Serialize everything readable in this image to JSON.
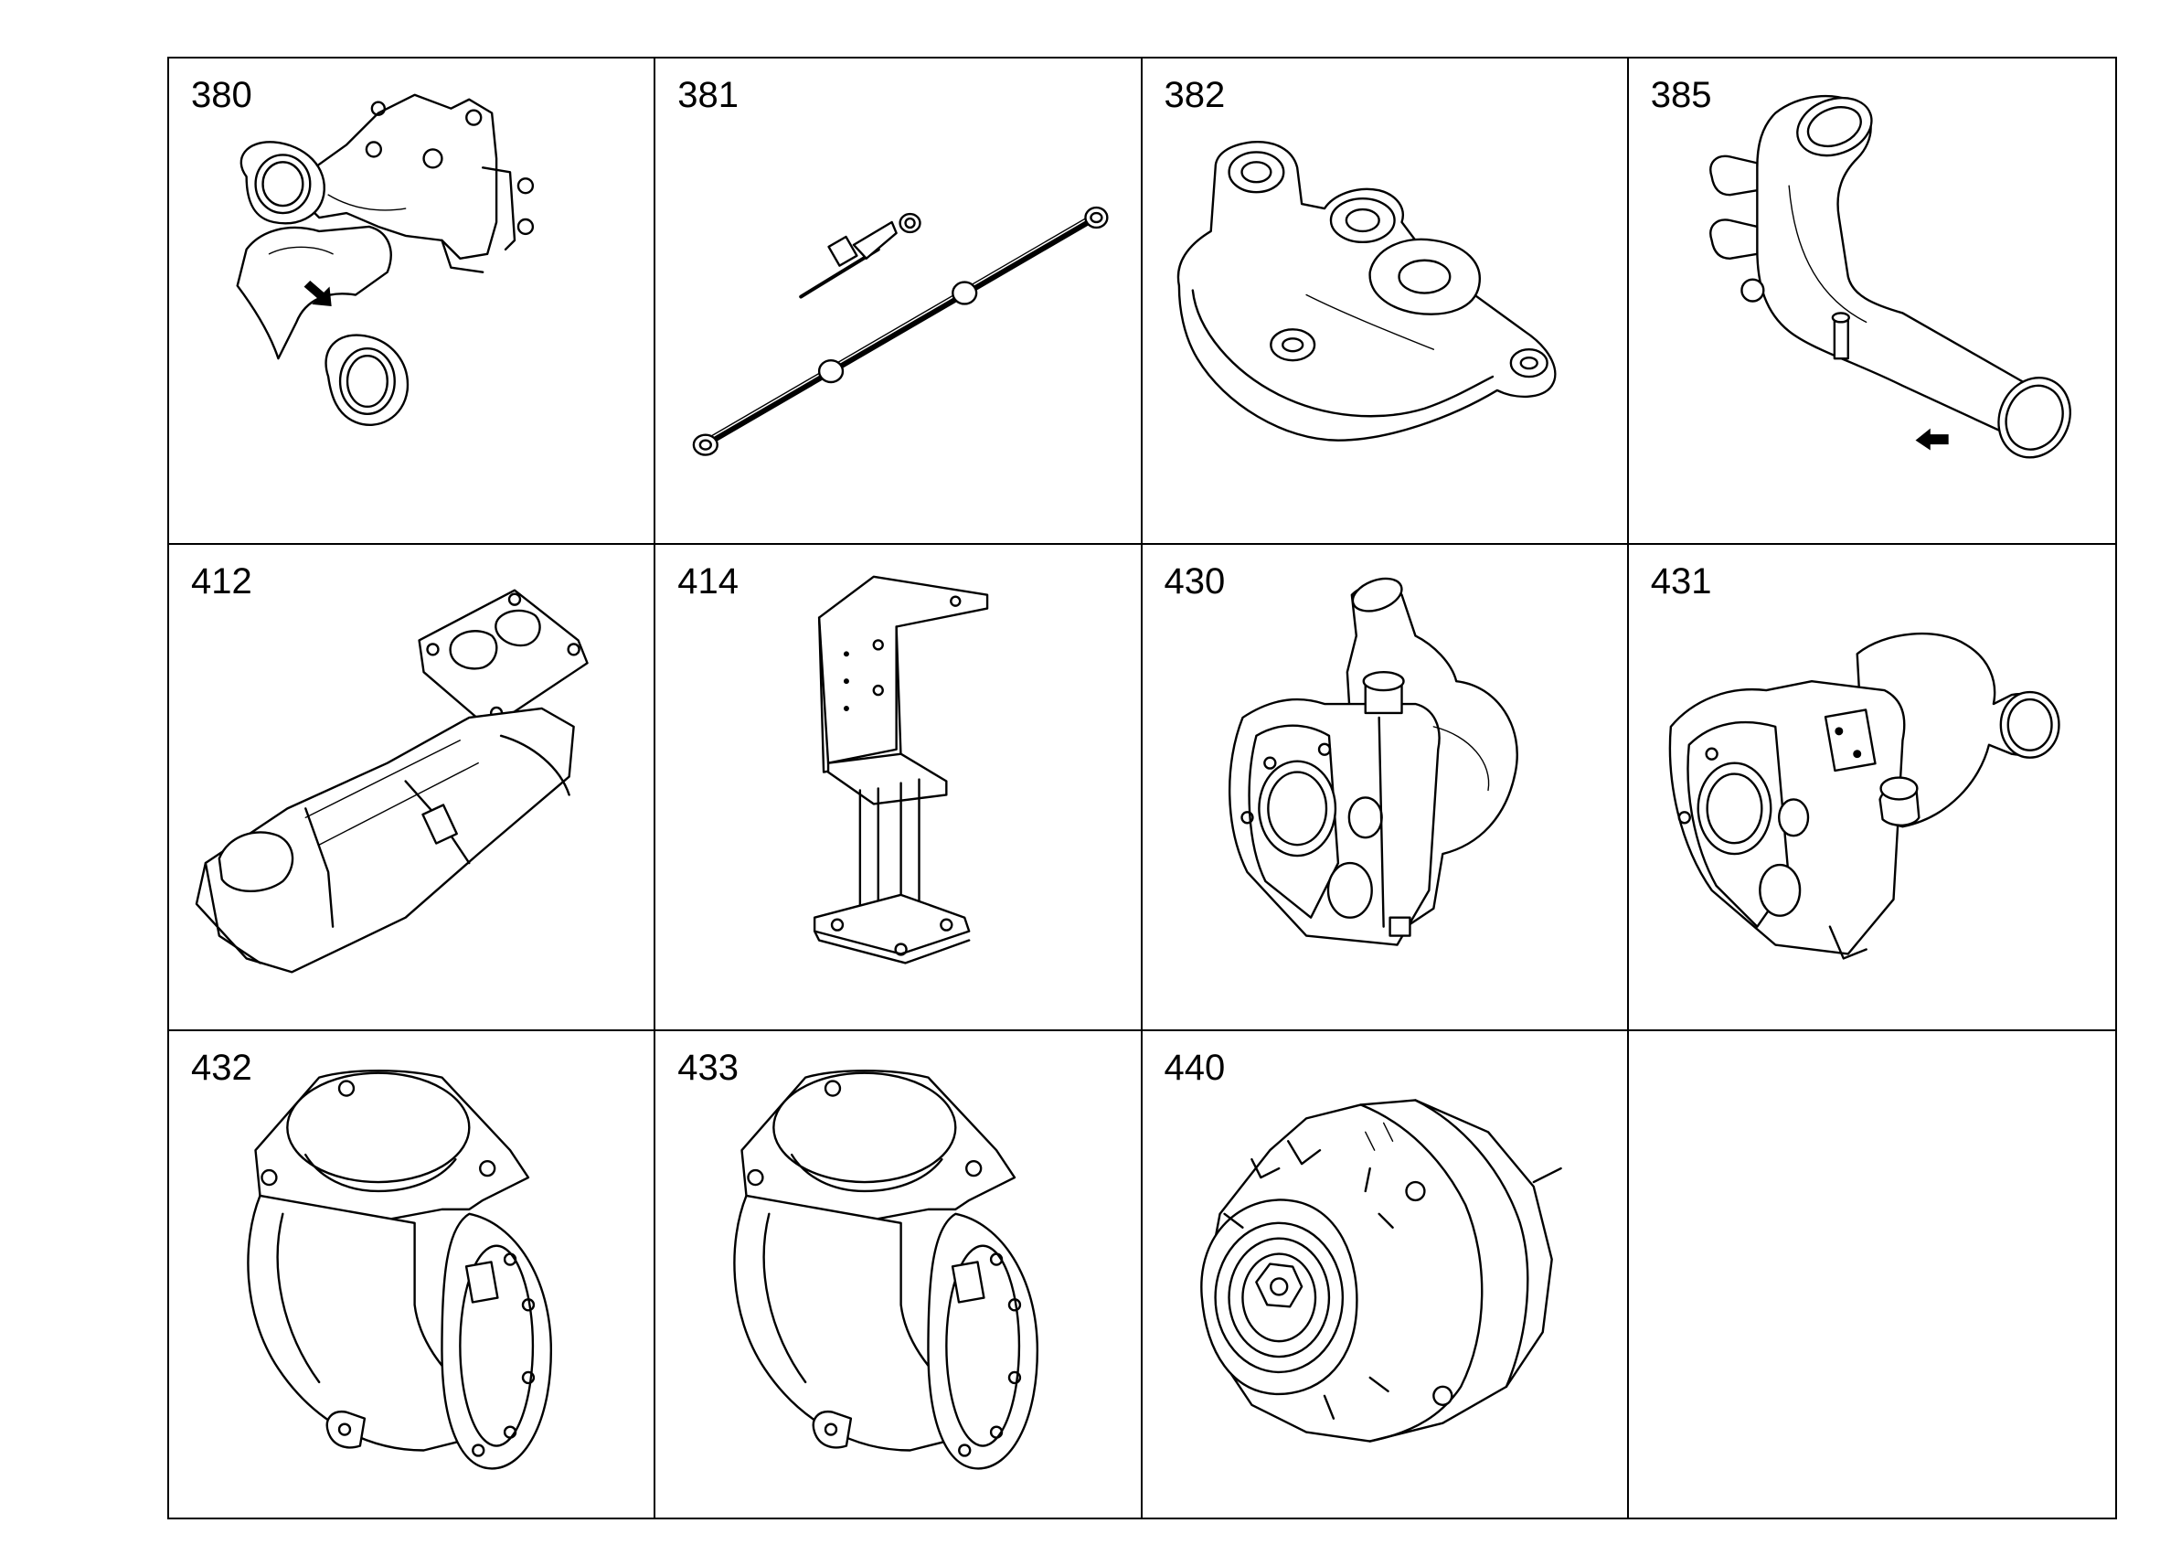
{
  "parts": [
    {
      "label": "380",
      "icon": "water-pump-housing-icon"
    },
    {
      "label": "381",
      "icon": "pipe-rod-icon"
    },
    {
      "label": "382",
      "icon": "cover-plate-icon"
    },
    {
      "label": "385",
      "icon": "bent-pipe-icon"
    },
    {
      "label": "412",
      "icon": "exhaust-manifold-icon"
    },
    {
      "label": "414",
      "icon": "bracket-icon"
    },
    {
      "label": "430",
      "icon": "turbocharger-icon"
    },
    {
      "label": "431",
      "icon": "turbocharger-icon"
    },
    {
      "label": "432",
      "icon": "elbow-flange-icon"
    },
    {
      "label": "433",
      "icon": "elbow-flange-icon"
    },
    {
      "label": "440",
      "icon": "alternator-icon"
    },
    {
      "label": "",
      "icon": ""
    }
  ]
}
